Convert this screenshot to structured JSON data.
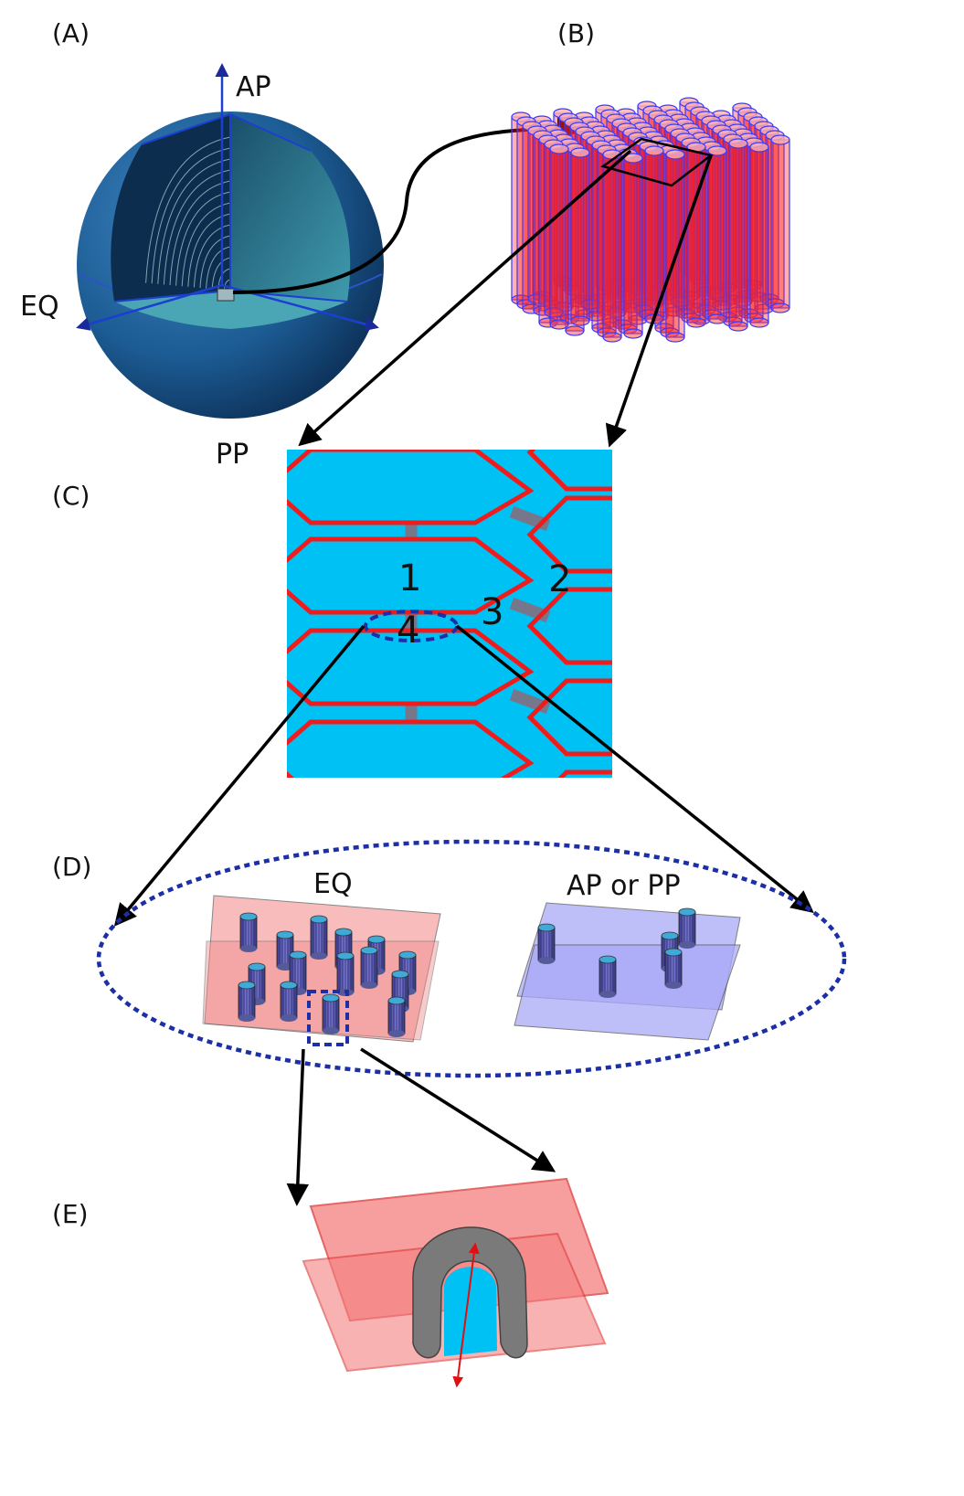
{
  "panels": {
    "a": "(A)",
    "b": "(B)",
    "c": "(C)",
    "d": "(D)",
    "e": "(E)"
  },
  "axes": {
    "ap": "AP",
    "eq": "EQ",
    "pp": "PP"
  },
  "regions": [
    "1",
    "2",
    "3",
    "4"
  ],
  "subpanels": {
    "eq": "EQ",
    "ap_or_pp": "AP or PP"
  },
  "colors": {
    "sphere": "#1f5f95",
    "sphere_dark": "#0e3660",
    "lens_inner": "#5fb7c3",
    "fiber_red": "#ff1010",
    "fiber_blue": "#3a3aff",
    "cyan": "#00c1f3",
    "red_line": "#ee1c1c",
    "gray_link": "#8c6b7a",
    "dotted_blue": "#1c2fa6",
    "pink_plane": "#f6a0a0",
    "lav_plane": "#a9a9f8"
  }
}
